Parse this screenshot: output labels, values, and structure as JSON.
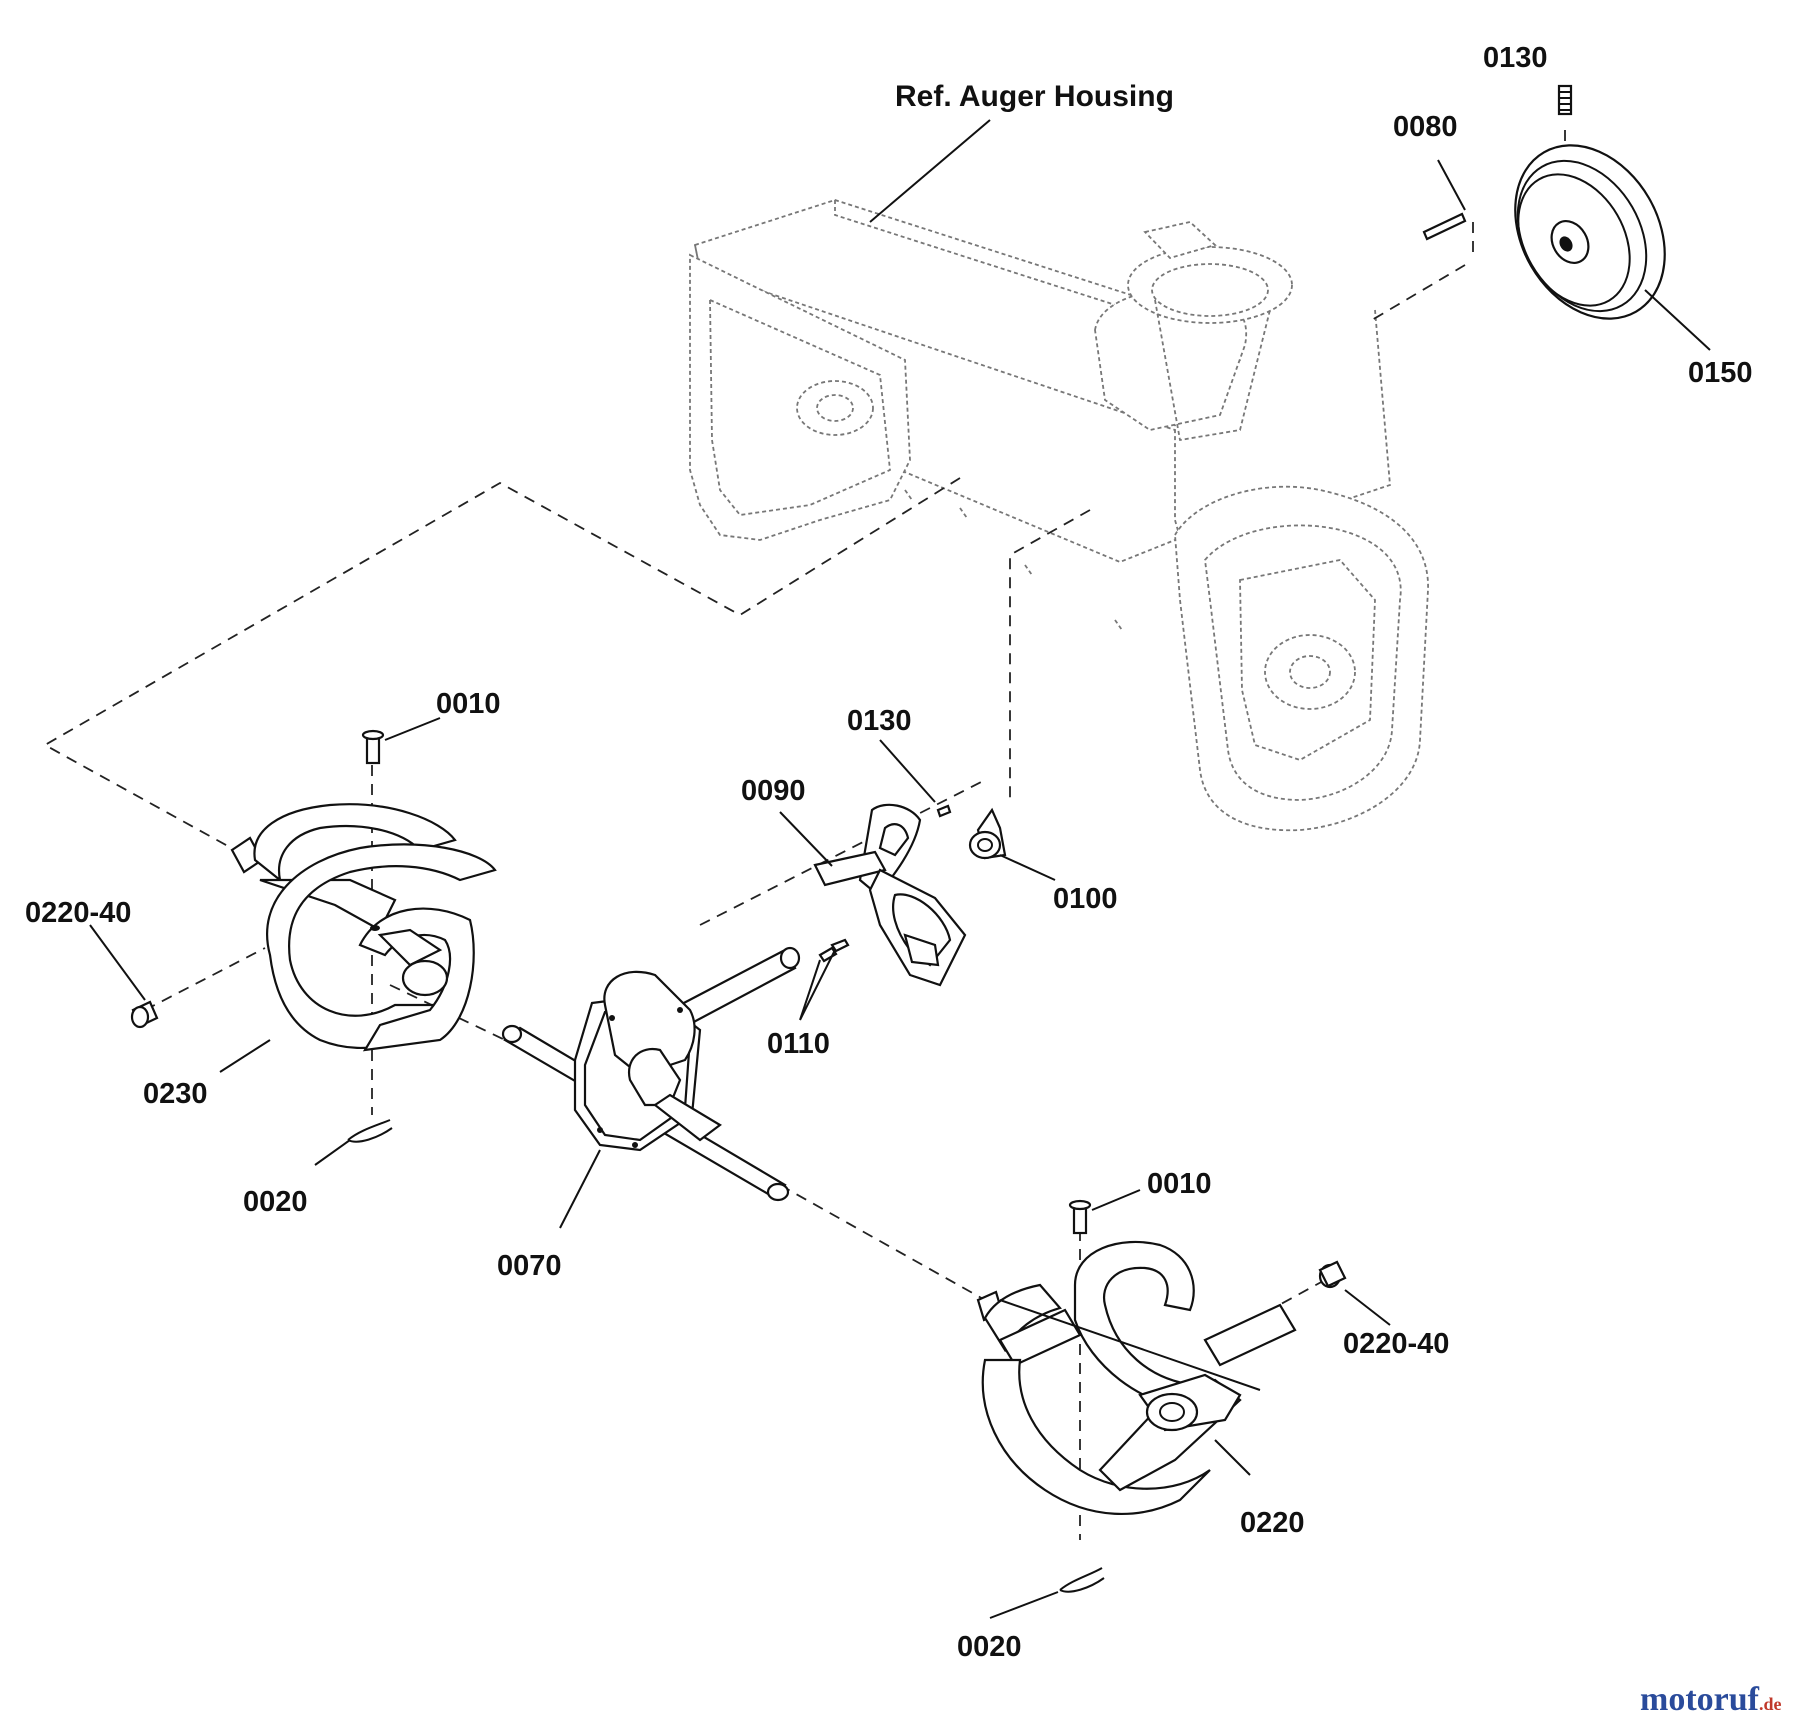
{
  "diagram": {
    "reference_label": "Ref. Auger Housing",
    "watermark": {
      "brand": "motoruf",
      "suffix": ".de"
    },
    "parts": [
      {
        "id": "p_0130_top",
        "number": "0130"
      },
      {
        "id": "p_0080",
        "number": "0080"
      },
      {
        "id": "p_0150",
        "number": "0150"
      },
      {
        "id": "p_0010_left",
        "number": "0010"
      },
      {
        "id": "p_0220_40_left",
        "number": "0220-40"
      },
      {
        "id": "p_0230",
        "number": "0230"
      },
      {
        "id": "p_0020_left",
        "number": "0020"
      },
      {
        "id": "p_0070",
        "number": "0070"
      },
      {
        "id": "p_0130_mid",
        "number": "0130"
      },
      {
        "id": "p_0090",
        "number": "0090"
      },
      {
        "id": "p_0100",
        "number": "0100"
      },
      {
        "id": "p_0110",
        "number": "0110"
      },
      {
        "id": "p_0010_right",
        "number": "0010"
      },
      {
        "id": "p_0220_40_right",
        "number": "0220-40"
      },
      {
        "id": "p_0220",
        "number": "0220"
      },
      {
        "id": "p_0020_right",
        "number": "0020"
      }
    ]
  }
}
